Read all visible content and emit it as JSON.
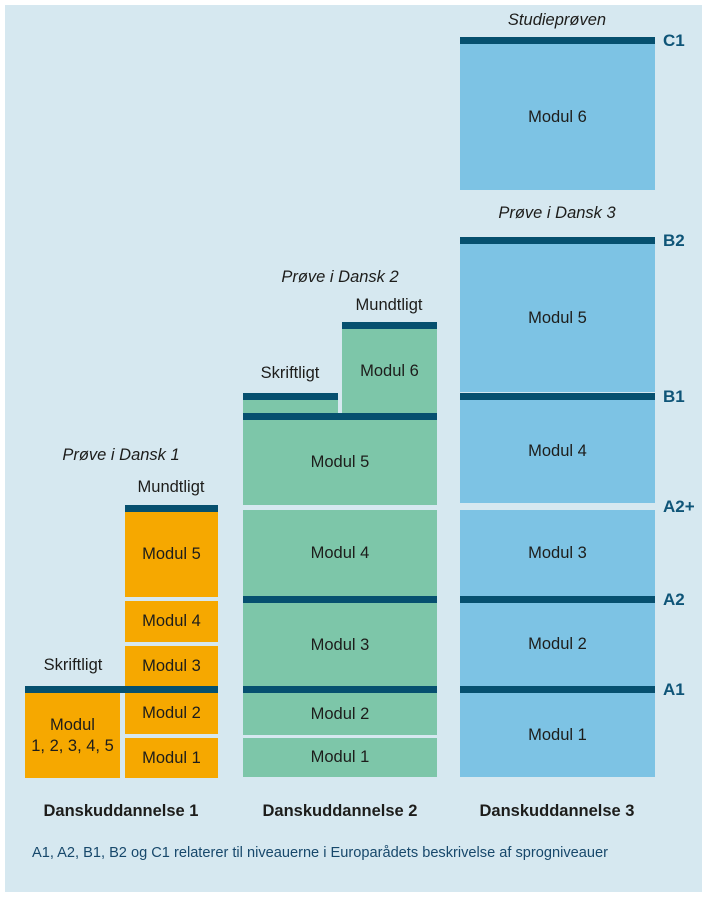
{
  "colors": {
    "page_background": "#ffffff",
    "panel_background": "#d6e8f0",
    "du1_orange": "#f6a800",
    "du2_green": "#7dc6a9",
    "du3_blue": "#7dc3e4",
    "level_bar_navy": "#06506f",
    "text_dark": "#1d1d1b",
    "level_text_navy": "#0f5578",
    "footer_text_navy": "#17486b"
  },
  "levels": [
    {
      "label": "C1"
    },
    {
      "label": "B2"
    },
    {
      "label": "B1"
    },
    {
      "label": "A2+"
    },
    {
      "label": "A2"
    },
    {
      "label": "A1"
    }
  ],
  "columns": [
    {
      "label": "Danskuddannelse 1",
      "exam_title": "Prøve i Dansk 1",
      "oral_label": "Mundtligt",
      "written_label": "Skriftligt",
      "combined_block_line1": "Modul",
      "combined_block_line2": "1, 2, 3, 4, 5",
      "modules": [
        "Modul 1",
        "Modul 2",
        "Modul 3",
        "Modul 4",
        "Modul 5"
      ]
    },
    {
      "label": "Danskuddannelse 2",
      "exam_title": "Prøve i Dansk 2",
      "oral_label": "Mundtligt",
      "written_label": "Skriftligt",
      "modules": [
        "Modul 1",
        "Modul 2",
        "Modul 3",
        "Modul 4",
        "Modul 5",
        "Modul 6"
      ]
    },
    {
      "label": "Danskuddannelse 3",
      "exam_title_top": "Studieprøven",
      "exam_title": "Prøve i Dansk 3",
      "modules": [
        "Modul 1",
        "Modul 2",
        "Modul 3",
        "Modul 4",
        "Modul 5",
        "Modul 6"
      ]
    }
  ],
  "footer": "A1, A2, B1, B2 og C1 relaterer til niveauerne i Europarådets beskrivelse af sprogniveauer"
}
